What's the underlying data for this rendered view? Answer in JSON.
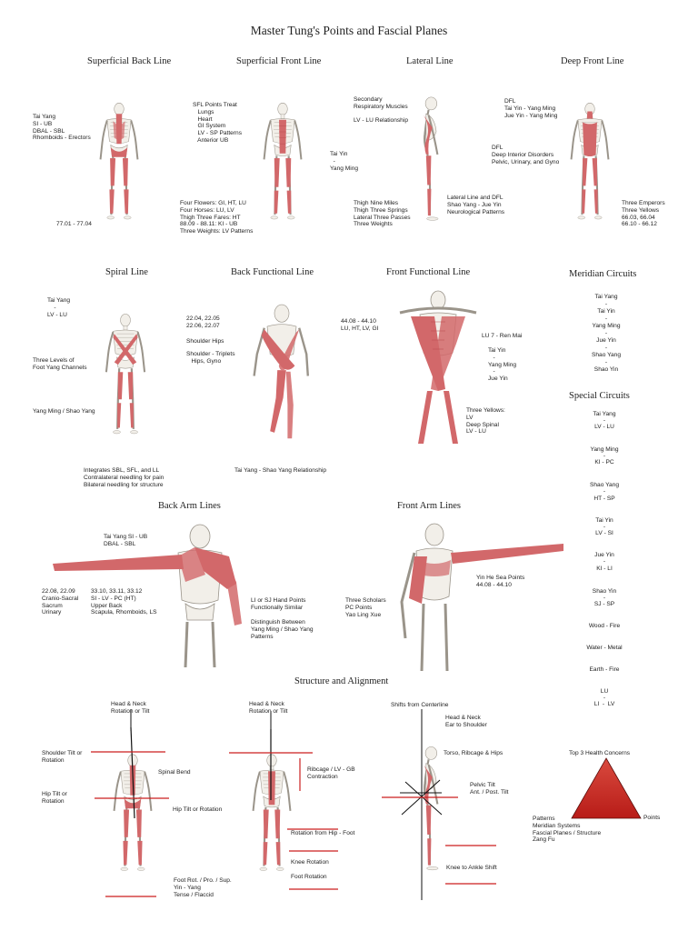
{
  "title": "Master Tung's Points and Fascial Planes",
  "colors": {
    "muscle": "#d2686a",
    "muscle_dark": "#b84a4e",
    "bone": "#f2efe9",
    "bone_line": "#9a948a",
    "red_line": "#cc1f1f",
    "triangle": "#c9241f"
  },
  "sections": {
    "sbl": {
      "heading": "Superficial Back Line",
      "label1": "Tai Yang\nSI - UB\nDBAL - SBL\nRhomboids - Erectors",
      "label2": "77.01 - 77.04"
    },
    "sfl": {
      "heading": "Superficial Front Line",
      "label1": "SFL Points Treat\n   Lungs\n   Heart\n   GI System\n   LV - SP Patterns\n   Anterior UB",
      "label2": "Four Flowers: GI, HT, LU\nFour Horses: LU, LV\nThigh Three Fares: HT\n88.09 - 88.11: KI - UB\nThree Weights: LV Patterns"
    },
    "lateral": {
      "heading": "Lateral Line",
      "label1": "Secondary\nRespiratory Muscles",
      "label2": "LV - LU Relationship",
      "label3": "Tai Yin\n  -\nYang Ming",
      "label4": "Thigh Nine Miles\nThigh Three Springs\nLateral Three Passes\nThree Weights",
      "label5": "Lateral Line and DFL\nShao Yang - Jue Yin\nNeurological Patterns"
    },
    "dfl": {
      "heading": "Deep Front Line",
      "label1": "DFL\nTai Yin - Yang Ming\nJue Yin - Yang Ming",
      "label2": "DFL\nDeep Interior Disorders\nPelvic, Urinary, and Gyno",
      "label3": "Three Emperors\nThree Yellows\n66.03, 66.04\n66.10 - 66.12"
    },
    "spiral": {
      "heading": "Spiral Line",
      "label1": "Tai Yang\n    -\nLV - LU",
      "label2": "Three Levels of\nFoot Yang Channels",
      "label3": "Yang Ming / Shao Yang",
      "label4": "Integrates SBL, SFL, and LL\nContralateral needling for pain\nBilateral needling for structure"
    },
    "bfl": {
      "heading": "Back Functional Line",
      "label1": "22.04, 22.05\n22.06, 22.07",
      "label2": "Shoulder Hips",
      "label3": "Shoulder - Triplets\n   Hips, Gyno",
      "label4": "Tai Yang - Shao Yang Relationship"
    },
    "ffl": {
      "heading": "Front Functional Line",
      "label1": "44.08 - 44.10\nLU, HT, LV, GI",
      "label2": "LU 7 - Ren Mai",
      "label3": "Tai Yin\n   -\nYang Ming\n   -\nJue Yin",
      "label4": "Three Yellows:\nLV\nDeep Spinal\nLV - LU"
    },
    "meridian": {
      "heading": "Meridian Circuits",
      "items": [
        "Tai Yang",
        "Tai Yin",
        "Yang Ming",
        "Jue Yin",
        "Shao Yang",
        "Shao Yin"
      ]
    },
    "special": {
      "heading": "Special Circuits",
      "pairs": [
        [
          "Tai Yang",
          "LV - LU"
        ],
        [
          "Yang Ming",
          "KI - PC"
        ],
        [
          "Shao Yang",
          "HT - SP"
        ],
        [
          "Tai Yin",
          "LV - SI"
        ],
        [
          "Jue Yin",
          "KI - LI"
        ],
        [
          "Shao Yin",
          "SJ - SP"
        ]
      ],
      "elements": [
        "Wood - Fire",
        "Water - Metal",
        "Earth - Fire"
      ],
      "lu_top": "LU",
      "lu_bottom": "LI  -  LV"
    },
    "bal": {
      "heading": "Back Arm Lines",
      "label1": "Tai Yang SI - UB\nDBAL - SBL",
      "label2": "22.08, 22.09\nCranio-Sacral\nSacrum\nUrinary",
      "label3": "33.10, 33.11, 33.12\nSI - LV - PC (HT)\nUpper Back\nScapula, Rhomboids, LS",
      "label4": "LI or SJ Hand Points\nFunctionally Similar",
      "label5": "Distinguish Between\nYang Ming / Shao Yang\nPatterns"
    },
    "fal": {
      "heading": "Front Arm Lines",
      "label1": "Yin He Sea Points\n44.08 - 44.10",
      "label2": "Three Scholars\nPC Points\nYao Ling Xue"
    },
    "sa": {
      "heading": "Structure and Alignment",
      "head1": "Head & Neck\nRotation or Tilt",
      "shoulder": "Shoulder Tilt or\nRotation",
      "spinal": "Spinal Bend",
      "hip": "Hip Tilt or\nRotation",
      "hiptilt": "Hip Tilt or Rotation",
      "foot": "Foot Rot. / Pro. / Sup.\nYin - Yang\nTense / Flaccid",
      "head2": "Head & Neck\nRotation or Tilt",
      "ribcage": "Ribcage / LV - GB\nContraction",
      "rotation": "Rotation from Hip - Foot",
      "knee": "Knee Rotation",
      "footrot": "Foot Rotation",
      "shifts": "Shifts from Centerline",
      "head3": "Head & Neck\nEar to Shoulder",
      "torso": "Torso, Ribcage & Hips",
      "pelvic": "Pelvic Tilt\nAnt. / Post. Tilt",
      "ankle": "Knee to Ankle Shift"
    },
    "top3": {
      "heading": "Top 3 Health Concerns",
      "points": "Points",
      "patterns": "Patterns\nMeridian Systems\nFascial Planes / Structure\nZang Fu"
    }
  }
}
